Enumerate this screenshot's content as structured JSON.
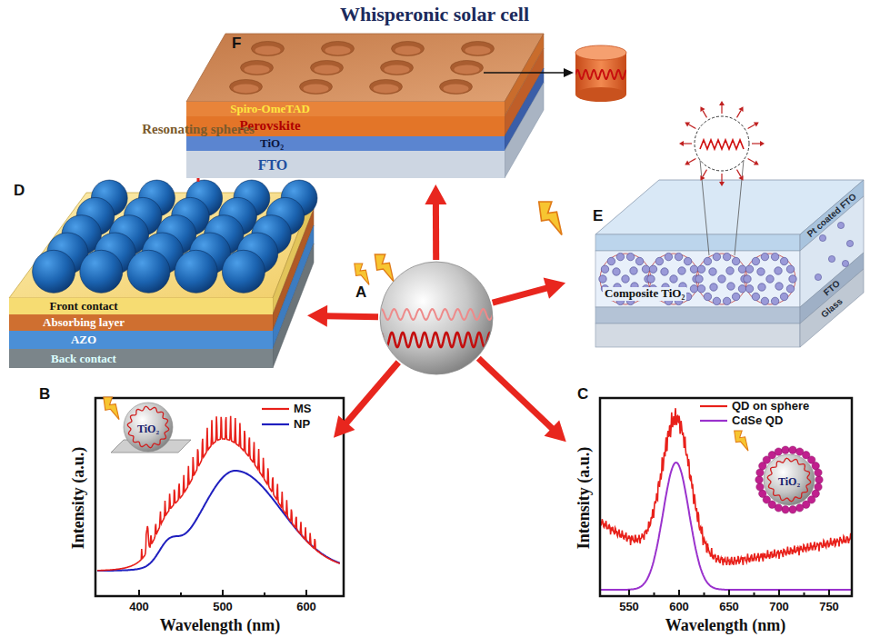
{
  "diagram": {
    "title": "Whisperonic solar cell",
    "nodes": [
      {
        "text": [
          "F"
        ]
      },
      {
        "text": [
          "Spiro-OmeTAD"
        ],
        "in": 0
      },
      {
        "text": [
          "Perovskite"
        ],
        "in": 0
      },
      {
        "text": [
          "TiO₂"
        ],
        "in": 0
      },
      {
        "text": [
          "FTO"
        ],
        "in": 0
      },
      {
        "text": [
          "D"
        ]
      },
      {
        "text": [
          "Front contact"
        ],
        "in": 5
      },
      {
        "text": [
          "Absorbing layer"
        ],
        "in": 5
      },
      {
        "text": [
          "AZO"
        ],
        "in": 5
      },
      {
        "text": [
          "Back contact"
        ],
        "in": 5
      },
      {
        "text": [
          "A"
        ]
      },
      {
        "text": [
          "E"
        ]
      },
      {
        "text": [
          "Composite TiO₂"
        ],
        "in": 11
      },
      {
        "text": [
          "B"
        ]
      },
      {
        "text": [
          "TiO₂"
        ],
        "in": 13
      },
      {
        "text": [
          "C"
        ]
      },
      {
        "text": [
          "TiO₂"
        ],
        "in": 15
      }
    ],
    "edges": [
      {
        "from": 10,
        "to": 0,
        "arrow": "to"
      },
      {
        "from": 10,
        "to": 5,
        "arrow": "to"
      },
      {
        "from": 10,
        "to": 11,
        "arrow": "to"
      },
      {
        "from": 10,
        "to": 13,
        "arrow": "to"
      },
      {
        "from": 10,
        "to": 15,
        "arrow": "to"
      }
    ],
    "labels": [
      "Resonating spheres",
      "Pt coated FTO",
      "FTO",
      "Glass",
      "Intensity (a.u.)",
      "400",
      "500",
      "600",
      "Wavelength (nm)",
      "Intensity (a.u.)",
      "550",
      "600",
      "650",
      "700",
      "750",
      "Wavelength (nm)"
    ],
    "legend": [
      {
        "text": "MS"
      },
      {
        "text": "NP"
      },
      {
        "text": "QD on sphere"
      },
      {
        "text": "CdSe QD"
      }
    ]
  }
}
